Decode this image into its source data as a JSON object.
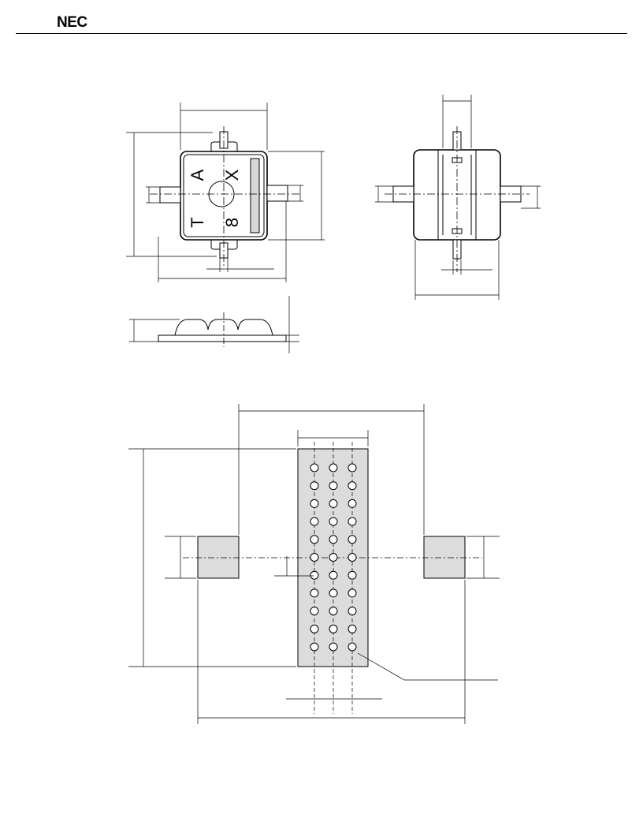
{
  "header": {
    "logo_text": "NEC"
  },
  "package_top_view": {
    "marking_line1": "A X",
    "marking_line2": "T 8"
  },
  "colors": {
    "line": "#000000",
    "pad_fill": "#dcdcdc",
    "body_fill": "#ffffff"
  }
}
